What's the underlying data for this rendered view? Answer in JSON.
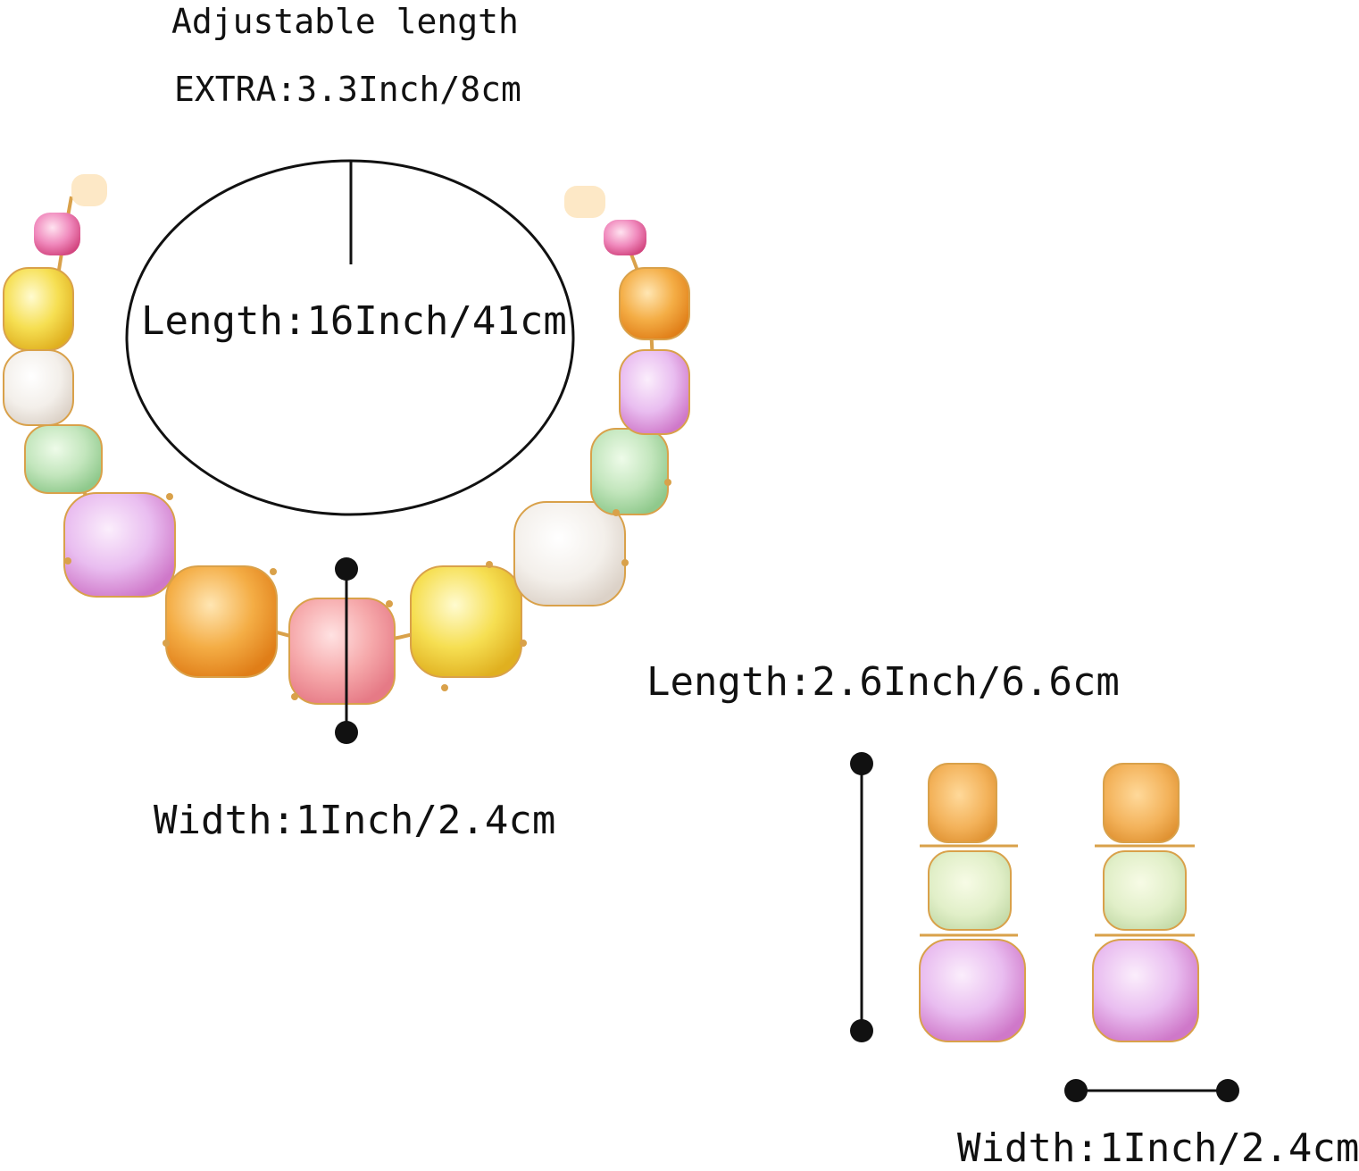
{
  "labels": {
    "adjustable": "Adjustable length",
    "extra": "EXTRA:3.3Inch/8cm",
    "necklace_length": "Length:16Inch/41cm",
    "necklace_width": "Width:1Inch/2.4cm",
    "earring_length": "Length:2.6Inch/6.6cm",
    "earring_width": "Width:1Inch/2.4cm"
  },
  "colors": {
    "gold": "#d9a14a",
    "pink": "#ec6fa6",
    "yellow": "#f2d23a",
    "white": "#f4efe9",
    "mint": "#b9dfb3",
    "lavender": "#e3b6ea",
    "orange": "#f2a436",
    "coral": "#f4a1a8"
  }
}
